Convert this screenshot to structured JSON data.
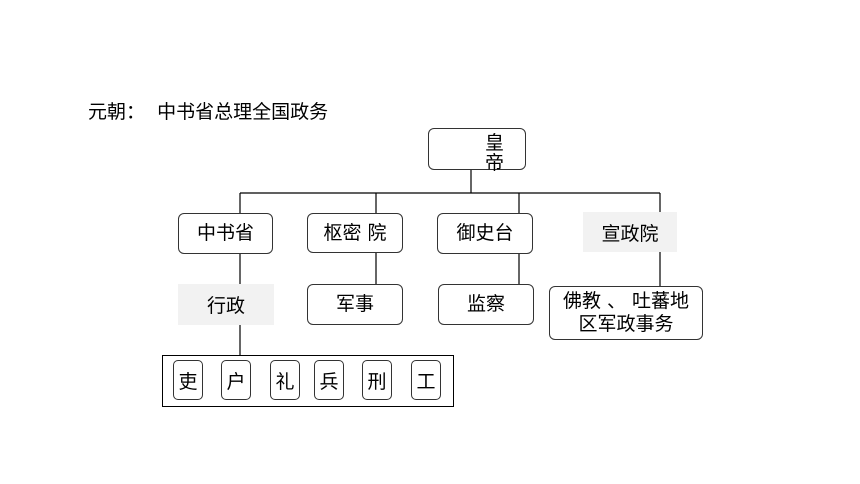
{
  "title": "元朝：  中书省总理全国政务",
  "emperor": "皇帝",
  "branches": {
    "zhongshu": "中书省",
    "shumi": "枢密 院",
    "yushi": "御史台",
    "xuanzheng": "宣政院"
  },
  "functions": {
    "xingzheng": "行政",
    "junshi": "军事",
    "jiancha": "监察",
    "tibet": "佛教 、 吐蕃地区军政事务"
  },
  "ministries": [
    "吏",
    "户",
    "礼",
    "兵",
    "刑",
    "工"
  ]
}
